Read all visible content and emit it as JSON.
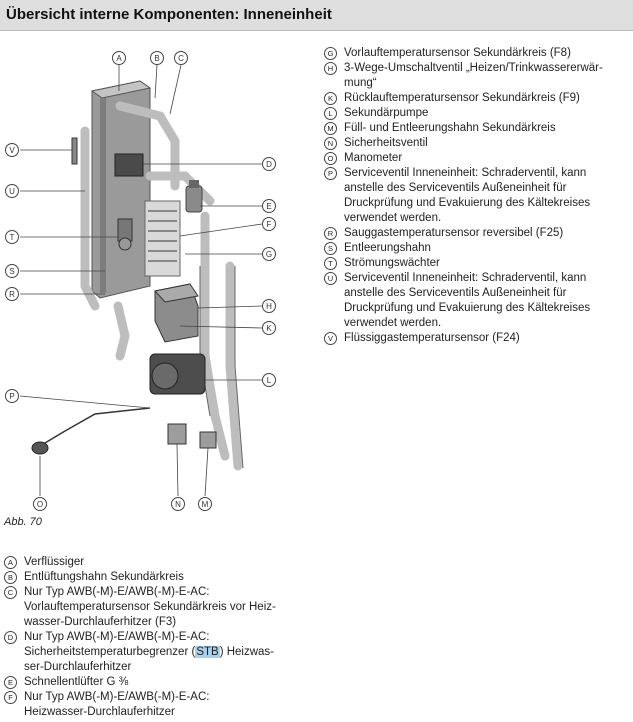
{
  "header": {
    "title": "Übersicht interne Komponenten: Inneneinheit"
  },
  "figure": {
    "caption": "Abb. 70",
    "callouts": [
      "A",
      "B",
      "C",
      "D",
      "E",
      "F",
      "G",
      "H",
      "K",
      "L",
      "M",
      "N",
      "O",
      "P",
      "R",
      "S",
      "T",
      "U",
      "V"
    ]
  },
  "legend_bottom": [
    {
      "letter": "A",
      "text": "Verflüssiger"
    },
    {
      "letter": "B",
      "text": "Entlüftungshahn Sekundärkreis"
    },
    {
      "letter": "C",
      "text": "Nur Typ AWB(-M)-E/AWB(-M)-E-AC:\nVorlauftemperatursensor Sekundärkreis vor Heiz-\nwasser-Durchlauferhitzer (F3)"
    },
    {
      "letter": "D",
      "text_before": "Nur Typ AWB(-M)-E/AWB(-M)-E-AC:\nSicherheitstemperaturbegrenzer (",
      "highlight": "STB",
      "text_after": ") Heizwas-\nser-Durchlauferhitzer"
    },
    {
      "letter": "E",
      "text": "Schnellentlüfter G ⅜"
    },
    {
      "letter": "F",
      "text": "Nur Typ AWB(-M)-E/AWB(-M)-E-AC:\nHeizwasser-Durchlauferhitzer"
    }
  ],
  "legend_right": [
    {
      "letter": "G",
      "text": "Vorlauftemperatursensor Sekundärkreis (F8)"
    },
    {
      "letter": "H",
      "text": "3-Wege-Umschaltventil „Heizen/Trinkwassererwär-\nmung“"
    },
    {
      "letter": "K",
      "text": "Rücklauftemperatursensor Sekundärkreis (F9)"
    },
    {
      "letter": "L",
      "text": "Sekundärpumpe"
    },
    {
      "letter": "M",
      "text": "Füll- und Entleerungshahn Sekundärkreis"
    },
    {
      "letter": "N",
      "text": "Sicherheitsventil"
    },
    {
      "letter": "O",
      "text": "Manometer"
    },
    {
      "letter": "P",
      "text": "Serviceventil Inneneinheit: Schraderventil, kann\nanstelle des Serviceventils Außeneinheit für\nDruckprüfung und Evakuierung des Kältekreises\nverwendet werden."
    },
    {
      "letter": "R",
      "text": "Sauggastemperatursensor reversibel (F25)"
    },
    {
      "letter": "S",
      "text": "Entleerungshahn"
    },
    {
      "letter": "T",
      "text": "Strömungswächter"
    },
    {
      "letter": "U",
      "text": "Serviceventil Inneneinheit: Schraderventil, kann\nanstelle des Serviceventils Außeneinheit für\nDruckprüfung und Evakuierung des Kältekreises\nverwendet werden."
    },
    {
      "letter": "V",
      "text": "Flüssiggastemperatursensor (F24)"
    }
  ]
}
